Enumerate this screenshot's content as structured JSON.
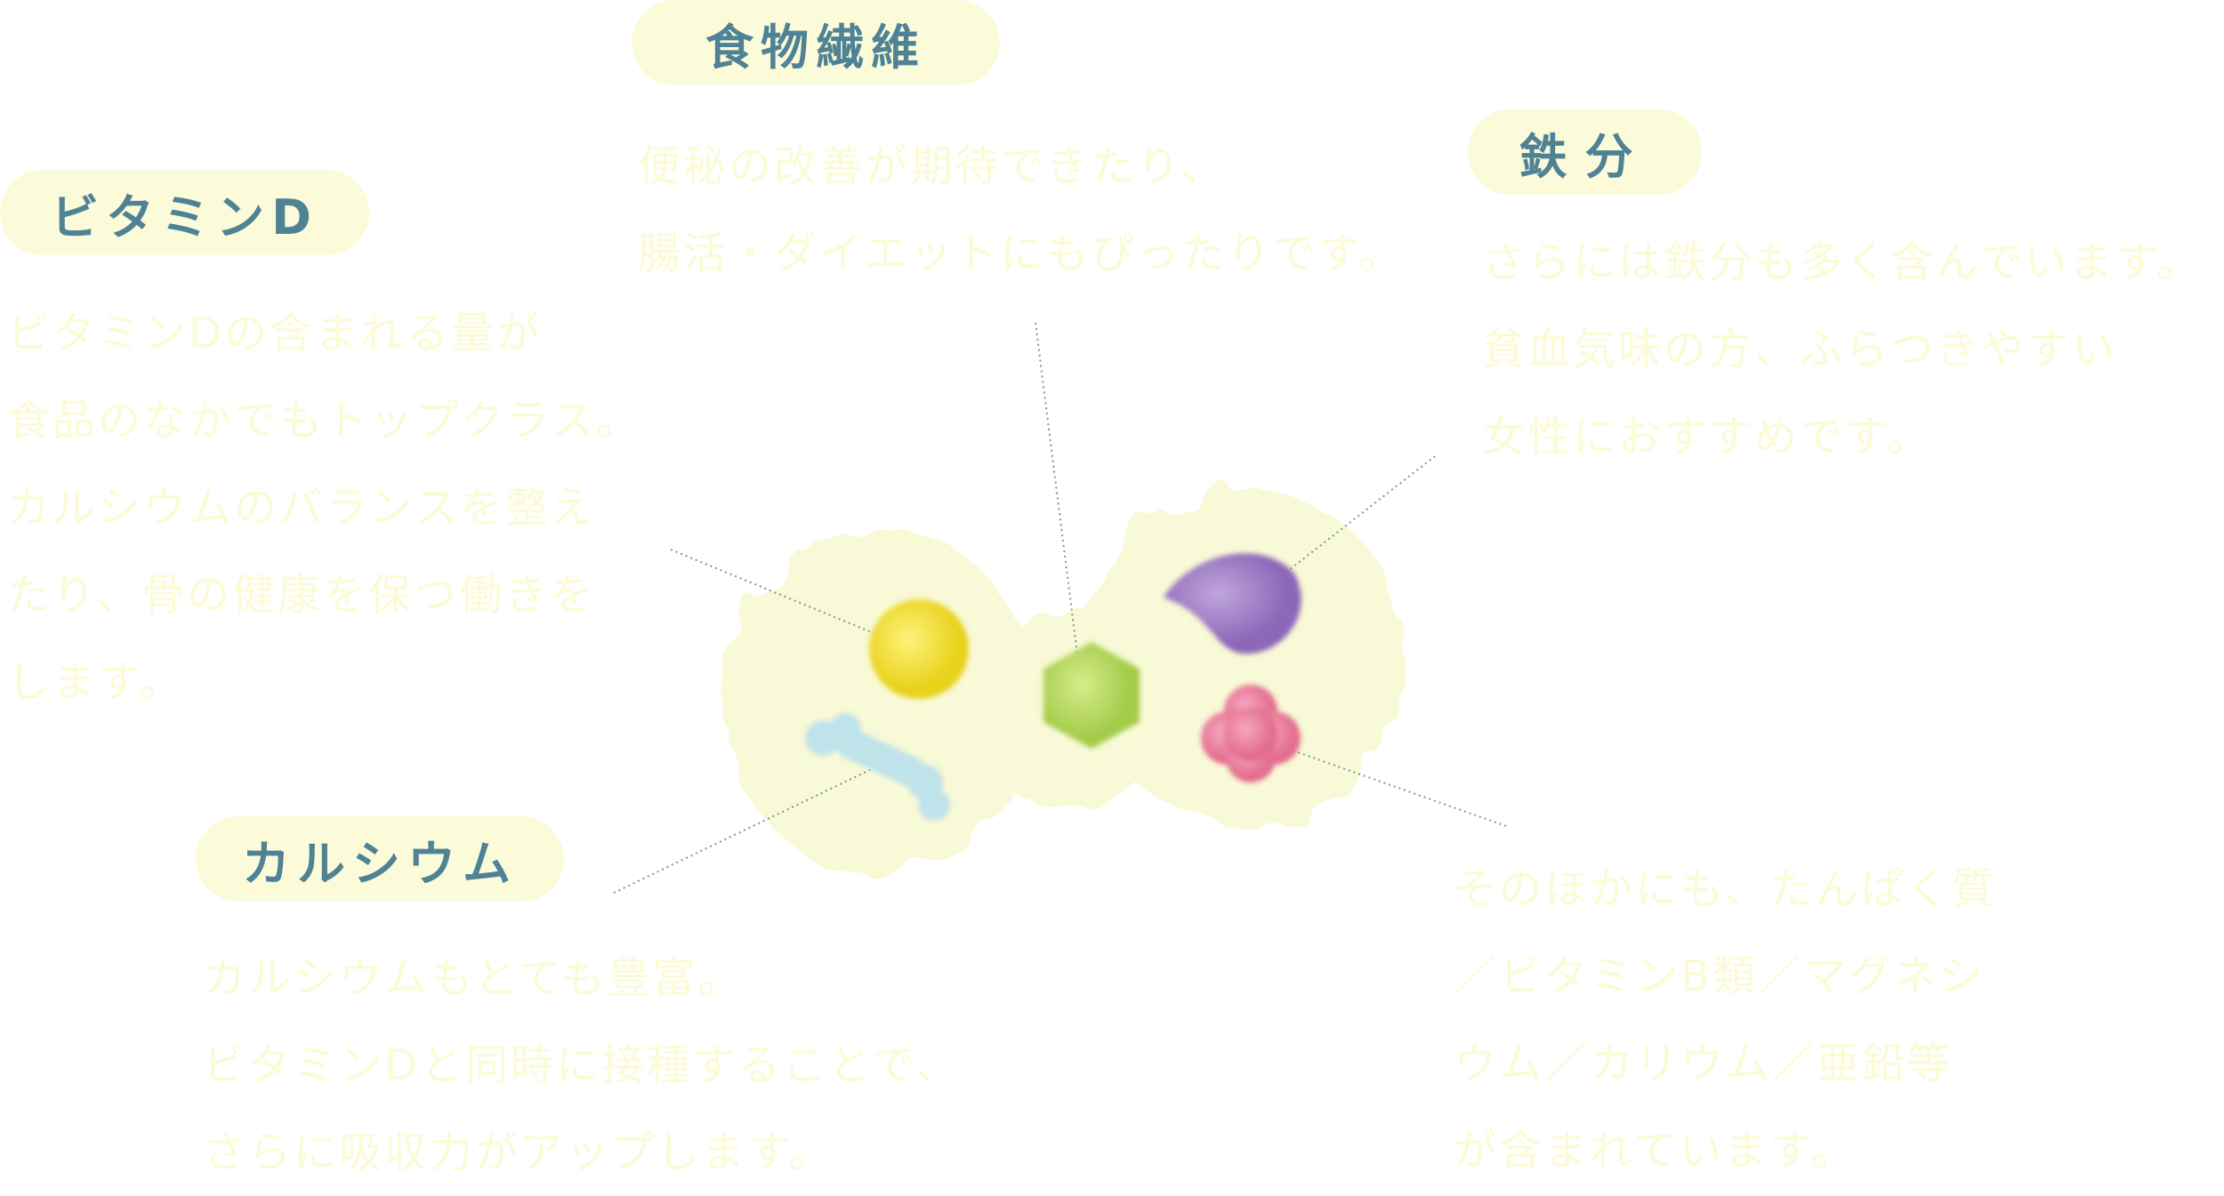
{
  "sections": {
    "fiber": {
      "label": "食物繊維",
      "lines": [
        "便秘の改善が期待できたり、",
        "腸活・ダイエットにもぴったりです。"
      ]
    },
    "vitamin_d": {
      "label": "ビタミンD",
      "lines": [
        "ビタミンDの含まれる量が",
        "食品のなかでもトップクラス。",
        "カルシウムのバランスを整え",
        "たり、骨の健康を保つ働きを",
        "します。"
      ]
    },
    "iron": {
      "label": "鉄分",
      "lines": [
        "さらには鉄分も多く含んでいます。",
        "貧血気味の方、ふらつきやすい",
        "女性におすすめです。"
      ]
    },
    "calcium": {
      "label": "カルシウム",
      "lines": [
        "カルシウムもとても豊富。",
        "ビタミンDと同時に接種することで、",
        "さらに吸収力がアップします。"
      ]
    },
    "others": {
      "lines": [
        "そのほかにも、たんぱく質",
        "／ビタミンB類／マグネシ",
        "ウム／カリウム／亜鉛等",
        "が含まれています。"
      ]
    }
  },
  "colors": {
    "label_text": "#4f8294",
    "label_bg": "#fbfbd9",
    "body_text": "#fbfbd6",
    "blob": "#f8f9d6"
  },
  "icons": [
    "yellow-sphere-vitamin-d",
    "green-hexagon-fiber",
    "purple-drop-iron",
    "pink-flower-others",
    "blue-bone-calcium"
  ]
}
